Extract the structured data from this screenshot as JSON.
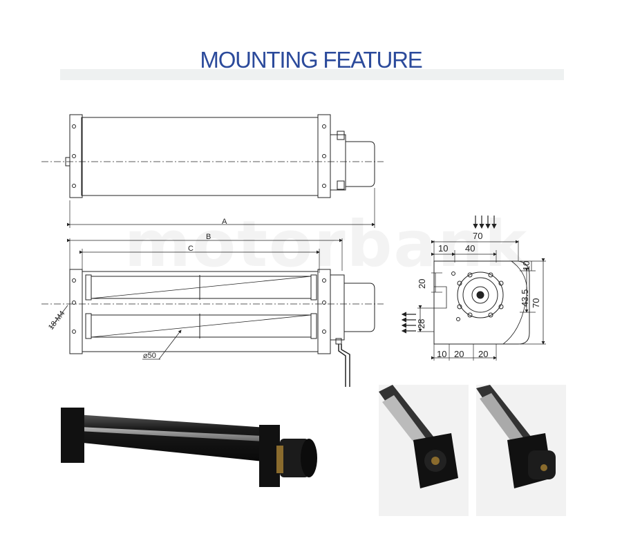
{
  "title": "MOUNTING FEATURE",
  "watermark": "motorbank",
  "top_view": {
    "dim_A": "A"
  },
  "front_view": {
    "dim_B": "B",
    "dim_C": "C",
    "holes_label": "18-M4",
    "diameter_label": "⌀50"
  },
  "side_view": {
    "top_width": "70",
    "dim_10_left": "10",
    "dim_40": "40",
    "dim_10_right": "10",
    "dim_20_left": "20",
    "dim_43_5": "43.5",
    "dim_70_right": "70",
    "dim_28": "28",
    "bottom_10": "10",
    "bottom_20_a": "20",
    "bottom_20_b": "20"
  },
  "colors": {
    "title": "#2b4a9b",
    "band": "#eef1f1"
  }
}
